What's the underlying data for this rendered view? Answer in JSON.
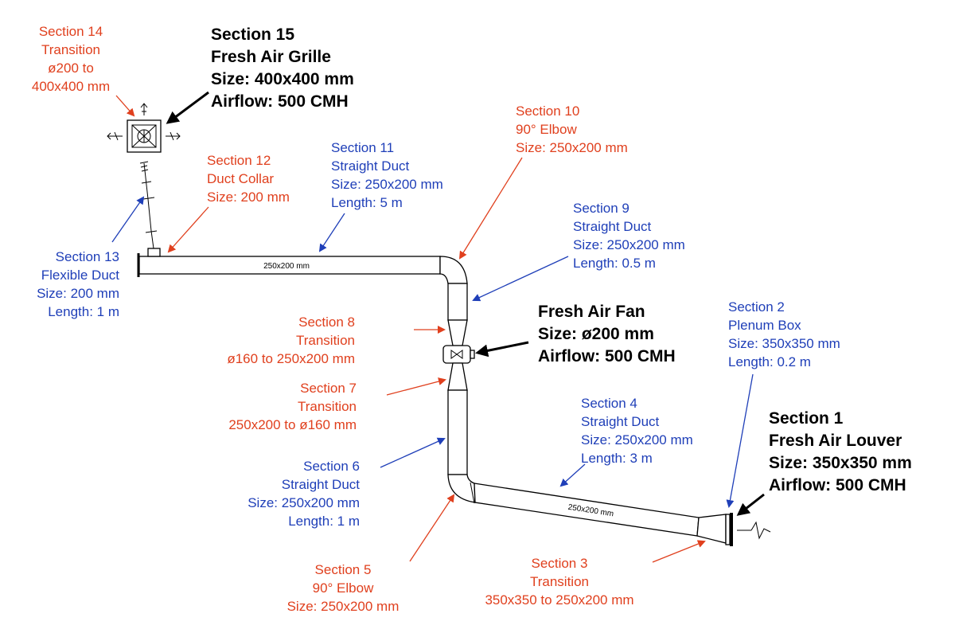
{
  "colors": {
    "red_label": "#e0401e",
    "blue_label": "#1f3fb8",
    "arrow_black": "#000000",
    "arrow_red": "#e0401e",
    "arrow_blue": "#1f3fb8"
  },
  "duct_size_labels": {
    "top": "250x200 mm",
    "bottom": "250x200 mm"
  },
  "sections": {
    "s1": {
      "lines": [
        "Section 1",
        "Fresh Air Louver",
        "Size: 350x350 mm",
        "Airflow: 500 CMH"
      ]
    },
    "s2": {
      "lines": [
        "Section 2",
        "Plenum Box",
        "Size: 350x350 mm",
        "Length: 0.2 m"
      ]
    },
    "s3": {
      "lines": [
        "Section 3",
        "Transition",
        "350x350 to 250x200 mm"
      ]
    },
    "s4": {
      "lines": [
        "Section 4",
        "Straight Duct",
        "Size: 250x200 mm",
        "Length: 3 m"
      ]
    },
    "s5": {
      "lines": [
        "Section 5",
        "90° Elbow",
        "Size: 250x200 mm"
      ]
    },
    "s6": {
      "lines": [
        "Section 6",
        "Straight Duct",
        "Size: 250x200 mm",
        "Length: 1 m"
      ]
    },
    "s7": {
      "lines": [
        "Section 7",
        "Transition",
        "250x200 to ø160 mm"
      ]
    },
    "fan": {
      "lines": [
        "Fresh Air Fan",
        "Size: ø200 mm",
        "Airflow: 500 CMH"
      ]
    },
    "s8": {
      "lines": [
        "Section 8",
        "Transition",
        "ø160 to 250x200 mm"
      ]
    },
    "s9": {
      "lines": [
        "Section 9",
        "Straight Duct",
        "Size: 250x200 mm",
        "Length: 0.5 m"
      ]
    },
    "s10": {
      "lines": [
        "Section 10",
        "90° Elbow",
        "Size: 250x200 mm"
      ]
    },
    "s11": {
      "lines": [
        "Section 11",
        "Straight Duct",
        "Size: 250x200 mm",
        "Length: 5 m"
      ]
    },
    "s12": {
      "lines": [
        "Section 12",
        "Duct Collar",
        "Size: 200 mm"
      ]
    },
    "s13": {
      "lines": [
        "Section 13",
        "Flexible Duct",
        "Size: 200 mm",
        "Length: 1 m"
      ]
    },
    "s14": {
      "lines": [
        "Section 14",
        "Transition",
        "ø200 to",
        "400x400 mm"
      ]
    },
    "s15": {
      "lines": [
        "Section 15",
        "Fresh Air Grille",
        "Size: 400x400 mm",
        "Airflow: 500 CMH"
      ]
    }
  }
}
